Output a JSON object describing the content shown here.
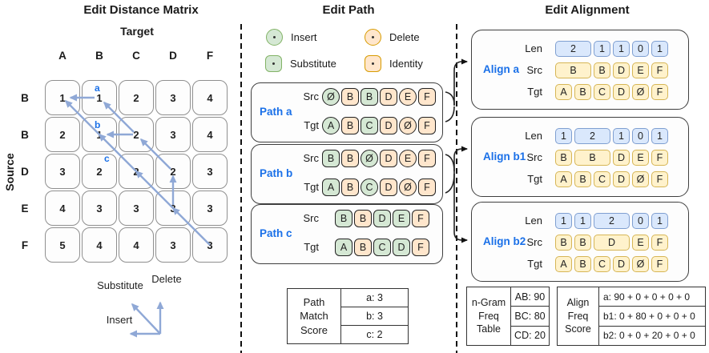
{
  "colors": {
    "arrow_blue": "#8FA8D6",
    "label_blue": "#1A70E8",
    "green_fill": "#D5E8D4",
    "green_border": "#82B366",
    "orange_fill": "#FFE6CC",
    "orange_border": "#D79B00",
    "yellow_fill": "#FFF2CC",
    "yellow_border": "#D6B656",
    "blue_fill": "#DAE8FC",
    "blue_border": "#7F9FD1"
  },
  "matrix": {
    "title": "Edit Distance Matrix",
    "target_label": "Target",
    "source_label": "Source",
    "col_headers": [
      "A",
      "B",
      "C",
      "D",
      "F"
    ],
    "row_headers": [
      "B",
      "B",
      "D",
      "E",
      "F"
    ],
    "rows": [
      [
        "1",
        "1",
        "2",
        "3",
        "4"
      ],
      [
        "2",
        "1",
        "2",
        "3",
        "4"
      ],
      [
        "3",
        "2",
        "2",
        "2",
        "3"
      ],
      [
        "4",
        "3",
        "3",
        "3",
        "3"
      ],
      [
        "5",
        "4",
        "4",
        "3",
        "3"
      ]
    ],
    "path_marks": {
      "a": "a",
      "b": "b",
      "c": "c"
    },
    "ops_legend": {
      "substitute": "Substitute",
      "delete": "Delete",
      "insert": "Insert"
    }
  },
  "edit_path": {
    "title": "Edit Path",
    "legend": [
      {
        "label": "Insert",
        "kind": "circle-green"
      },
      {
        "label": "Delete",
        "kind": "circle-orange"
      },
      {
        "label": "Substitute",
        "kind": "square-green"
      },
      {
        "label": "Identity",
        "kind": "square-orange"
      }
    ],
    "src_label": "Src",
    "tgt_label": "Tgt",
    "paths": [
      {
        "name": "Path a",
        "src": [
          {
            "ch": "Ø",
            "kind": "circle-green"
          },
          {
            "ch": "B",
            "kind": "square-orange"
          },
          {
            "ch": "B",
            "kind": "square-green"
          },
          {
            "ch": "D",
            "kind": "square-orange"
          },
          {
            "ch": "E",
            "kind": "circle-orange"
          },
          {
            "ch": "F",
            "kind": "square-orange"
          }
        ],
        "tgt": [
          {
            "ch": "A",
            "kind": "circle-green"
          },
          {
            "ch": "B",
            "kind": "square-orange"
          },
          {
            "ch": "C",
            "kind": "square-green"
          },
          {
            "ch": "D",
            "kind": "square-orange"
          },
          {
            "ch": "Ø",
            "kind": "circle-orange"
          },
          {
            "ch": "F",
            "kind": "square-orange"
          }
        ]
      },
      {
        "name": "Path b",
        "src": [
          {
            "ch": "B",
            "kind": "square-green"
          },
          {
            "ch": "B",
            "kind": "square-orange"
          },
          {
            "ch": "Ø",
            "kind": "circle-green"
          },
          {
            "ch": "D",
            "kind": "square-orange"
          },
          {
            "ch": "E",
            "kind": "circle-orange"
          },
          {
            "ch": "F",
            "kind": "square-orange"
          }
        ],
        "tgt": [
          {
            "ch": "A",
            "kind": "square-green"
          },
          {
            "ch": "B",
            "kind": "square-orange"
          },
          {
            "ch": "C",
            "kind": "circle-green"
          },
          {
            "ch": "D",
            "kind": "square-orange"
          },
          {
            "ch": "Ø",
            "kind": "circle-orange"
          },
          {
            "ch": "F",
            "kind": "square-orange"
          }
        ]
      },
      {
        "name": "Path c",
        "src": [
          {
            "ch": "B",
            "kind": "square-green"
          },
          {
            "ch": "B",
            "kind": "square-orange"
          },
          {
            "ch": "D",
            "kind": "square-green"
          },
          {
            "ch": "E",
            "kind": "square-green"
          },
          {
            "ch": "F",
            "kind": "square-orange"
          }
        ],
        "tgt": [
          {
            "ch": "A",
            "kind": "square-green"
          },
          {
            "ch": "B",
            "kind": "square-orange"
          },
          {
            "ch": "C",
            "kind": "square-green"
          },
          {
            "ch": "D",
            "kind": "square-green"
          },
          {
            "ch": "F",
            "kind": "square-orange"
          }
        ]
      }
    ],
    "score_table": {
      "header": "Path\nMatch\nScore",
      "rows": [
        "a: 3",
        "b: 3",
        "c: 2"
      ]
    }
  },
  "alignment": {
    "title": "Edit Alignment",
    "len_label": "Len",
    "src_label": "Src",
    "tgt_label": "Tgt",
    "aligns": [
      {
        "name": "Align a",
        "len": [
          "2",
          "1",
          "1",
          "0",
          "1"
        ],
        "src": [
          "B",
          "B",
          "D",
          "E",
          "F"
        ],
        "tgt": [
          "A",
          "B",
          "C",
          "D",
          "Ø",
          "F"
        ]
      },
      {
        "name": "Align b1",
        "len": [
          "1",
          "2",
          "1",
          "0",
          "1"
        ],
        "src": [
          "B",
          "B",
          "D",
          "E",
          "F"
        ],
        "tgt": [
          "A",
          "B",
          "C",
          "D",
          "Ø",
          "F"
        ]
      },
      {
        "name": "Align b2",
        "len": [
          "1",
          "1",
          "2",
          "0",
          "1"
        ],
        "src": [
          "B",
          "B",
          "D",
          "E",
          "F"
        ],
        "tgt": [
          "A",
          "B",
          "C",
          "D",
          "Ø",
          "F"
        ]
      }
    ],
    "ngram_table": {
      "header": "n-Gram\nFreq\nTable",
      "rows": [
        "AB: 90",
        "BC: 80",
        "CD: 20"
      ]
    },
    "freq_table": {
      "header": "Align\nFreq\nScore",
      "rows": [
        "a: 90 + 0 + 0 + 0 + 0",
        "b1: 0 + 80 + 0 + 0 + 0",
        "b2: 0 + 0 + 20 + 0 + 0"
      ]
    }
  }
}
